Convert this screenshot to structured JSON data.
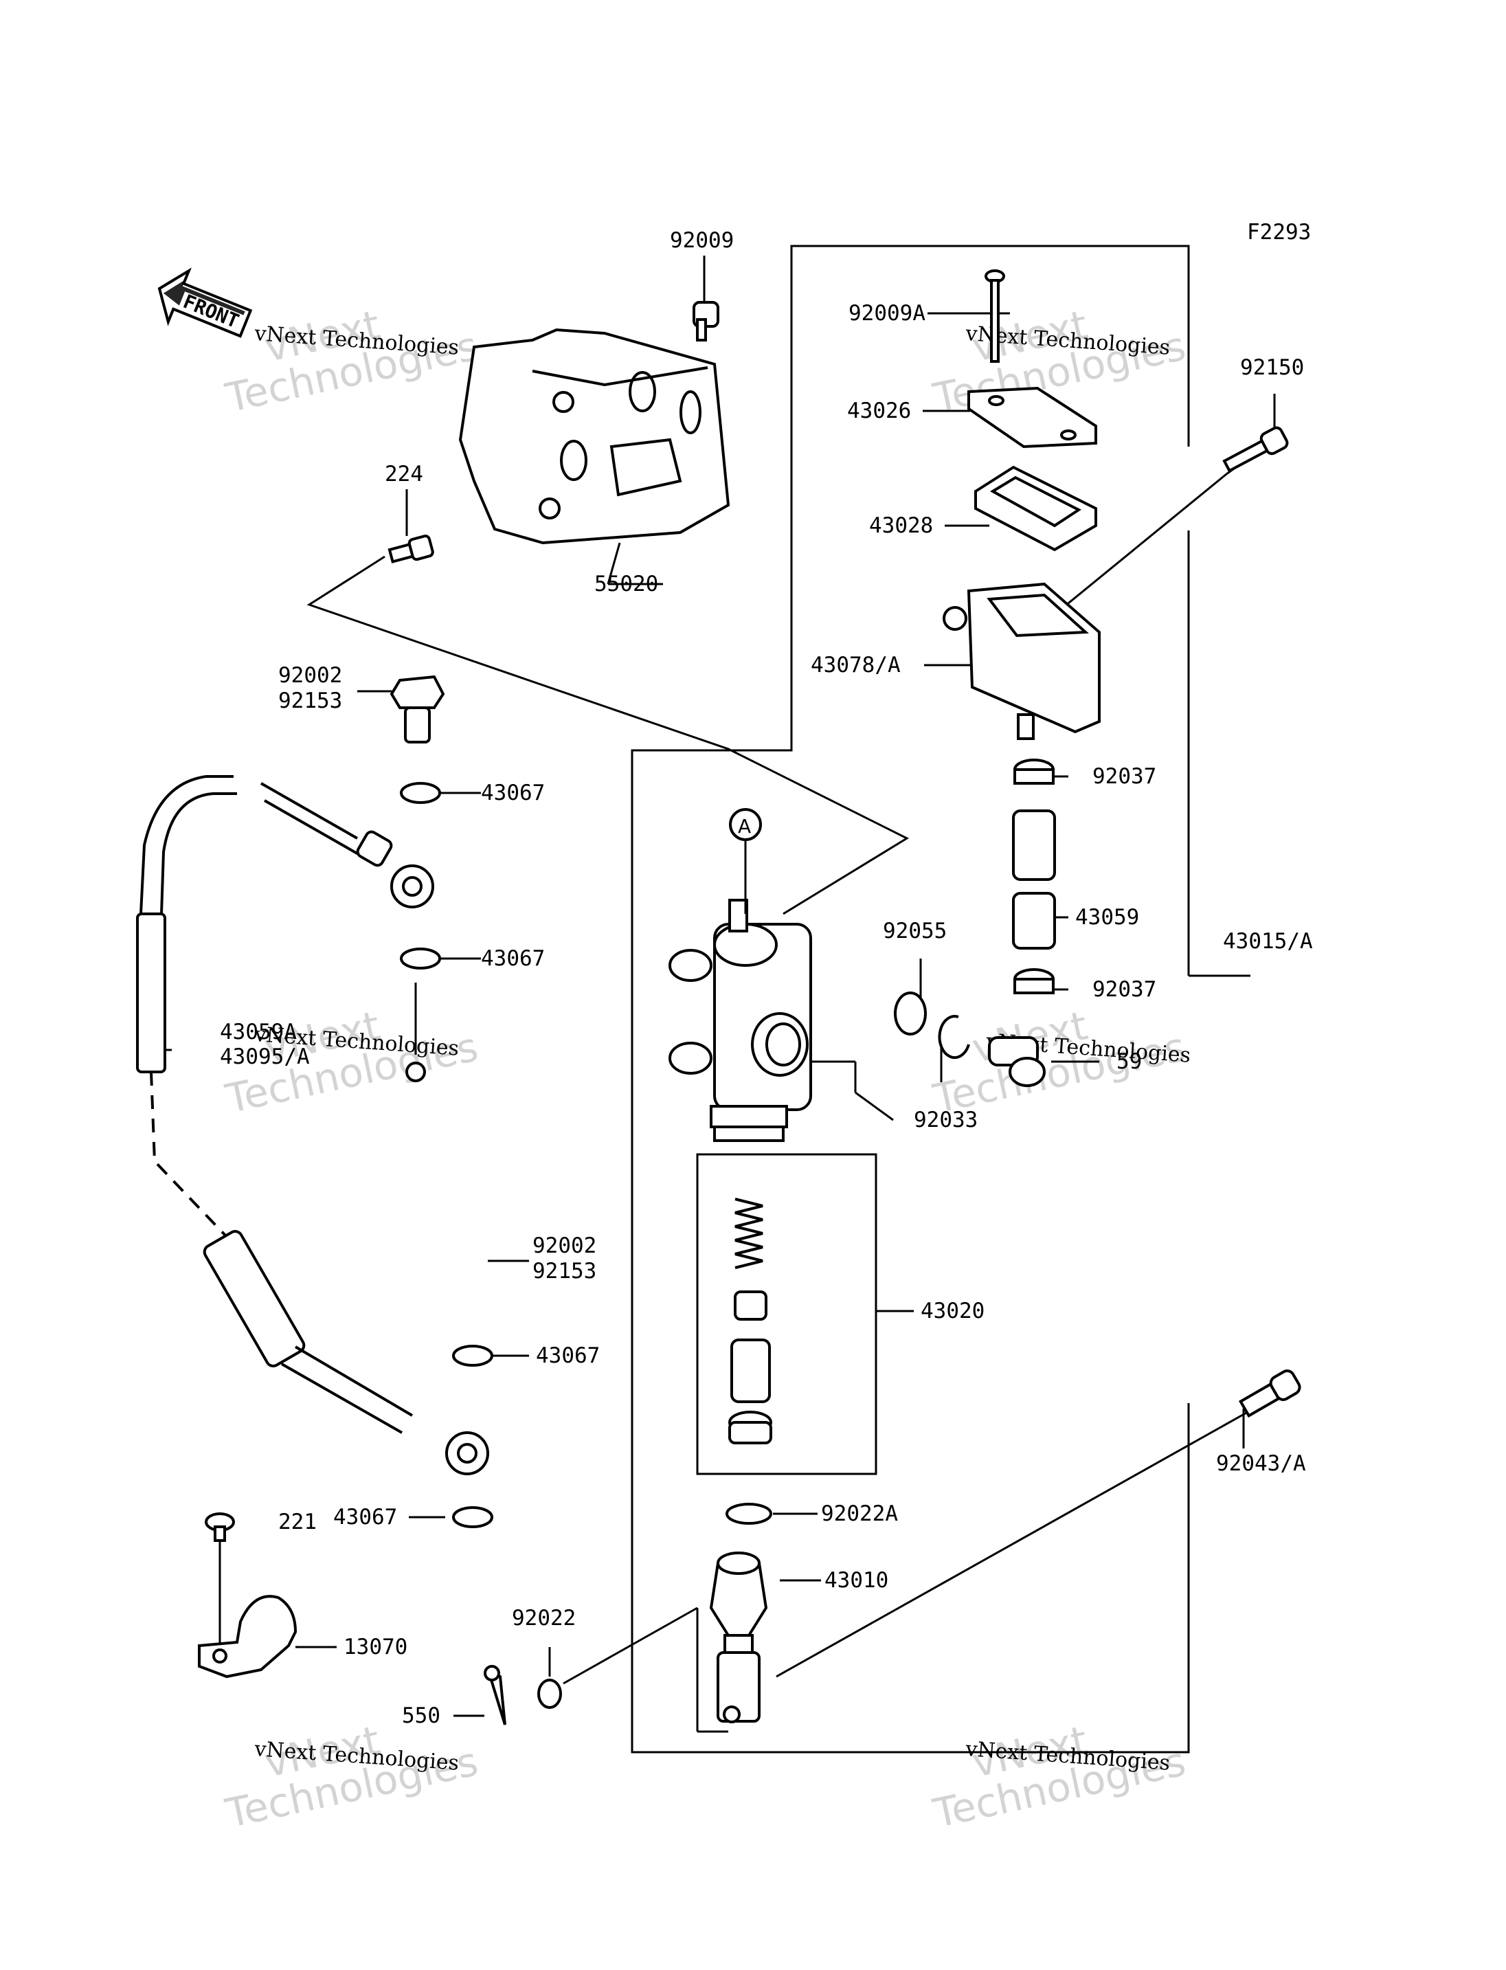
{
  "figure_code": "F2293",
  "front_arrow_text": "FRONT",
  "callout_marker": "A",
  "watermark_name": "vNext Technologies",
  "watermark_line1": "vNext",
  "watermark_line2": "Technologies",
  "parts": [
    {
      "id": "p92009",
      "label": "92009"
    },
    {
      "id": "p92009A",
      "label": "92009A"
    },
    {
      "id": "p92150",
      "label": "92150"
    },
    {
      "id": "p43026",
      "label": "43026"
    },
    {
      "id": "p43028",
      "label": "43028"
    },
    {
      "id": "p224",
      "label": "224"
    },
    {
      "id": "p55020",
      "label": "55020"
    },
    {
      "id": "p43078A",
      "label": "43078/A"
    },
    {
      "id": "p92002a",
      "label": "92002"
    },
    {
      "id": "p92153a",
      "label": "92153"
    },
    {
      "id": "p43067a",
      "label": "43067"
    },
    {
      "id": "p92037a",
      "label": "92037"
    },
    {
      "id": "p43059",
      "label": "43059"
    },
    {
      "id": "p43067b",
      "label": "43067"
    },
    {
      "id": "p92055",
      "label": "92055"
    },
    {
      "id": "p43015A",
      "label": "43015/A"
    },
    {
      "id": "p92037b",
      "label": "92037"
    },
    {
      "id": "p43059A",
      "label": "43059A"
    },
    {
      "id": "p43095A",
      "label": "43095/A"
    },
    {
      "id": "p59",
      "label": "59"
    },
    {
      "id": "p92033",
      "label": "92033"
    },
    {
      "id": "p43020",
      "label": "43020"
    },
    {
      "id": "p92002b",
      "label": "92002"
    },
    {
      "id": "p92153b",
      "label": "92153"
    },
    {
      "id": "p43067c",
      "label": "43067"
    },
    {
      "id": "p92043A",
      "label": "92043/A"
    },
    {
      "id": "p92022A",
      "label": "92022A"
    },
    {
      "id": "p43067d",
      "label": "43067"
    },
    {
      "id": "p221",
      "label": "221"
    },
    {
      "id": "p43010",
      "label": "43010"
    },
    {
      "id": "p13070",
      "label": "13070"
    },
    {
      "id": "p92022",
      "label": "92022"
    },
    {
      "id": "p550",
      "label": "550"
    }
  ]
}
